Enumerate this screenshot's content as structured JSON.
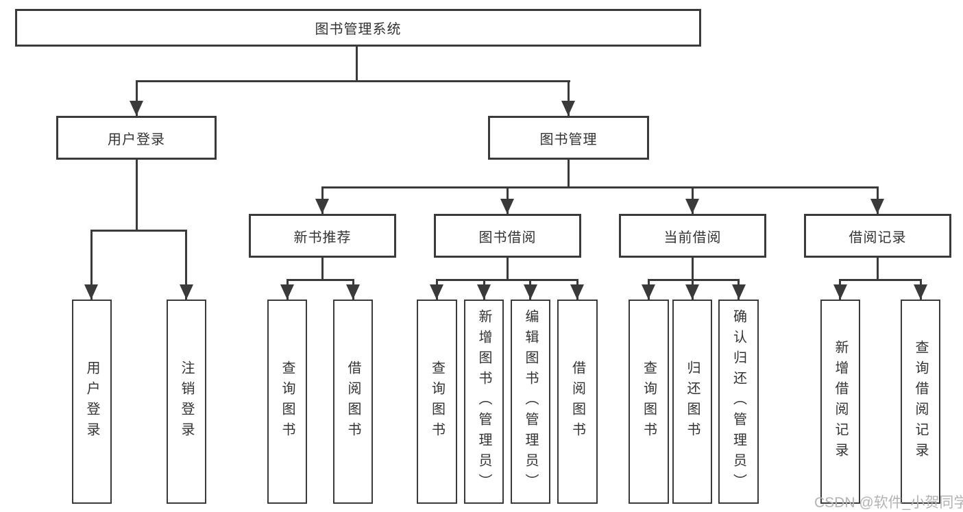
{
  "diagram": {
    "watermark": "CSDN @软件_小贺同学",
    "colors": {
      "line": "#3a3a3a",
      "text": "#333333",
      "watermark": "#b3b3b3",
      "background": "#ffffff"
    },
    "tree": {
      "label": "图书管理系统",
      "children": [
        {
          "label": "用户登录",
          "children": [
            {
              "label": "用户登录"
            },
            {
              "label": "注销登录"
            }
          ]
        },
        {
          "label": "图书管理",
          "children": [
            {
              "label": "新书推荐",
              "children": [
                {
                  "label": "查询图书"
                },
                {
                  "label": "借阅图书"
                }
              ]
            },
            {
              "label": "图书借阅",
              "children": [
                {
                  "label": "查询图书"
                },
                {
                  "label": "新增图书（管理员）"
                },
                {
                  "label": "编辑图书（管理员）"
                },
                {
                  "label": "借阅图书"
                }
              ]
            },
            {
              "label": "当前借阅",
              "children": [
                {
                  "label": "查询图书"
                },
                {
                  "label": "归还图书"
                },
                {
                  "label": "确认归还（管理员）"
                }
              ]
            },
            {
              "label": "借阅记录",
              "children": [
                {
                  "label": "新增借阅记录"
                },
                {
                  "label": "查询借阅记录"
                }
              ]
            }
          ]
        }
      ]
    }
  }
}
